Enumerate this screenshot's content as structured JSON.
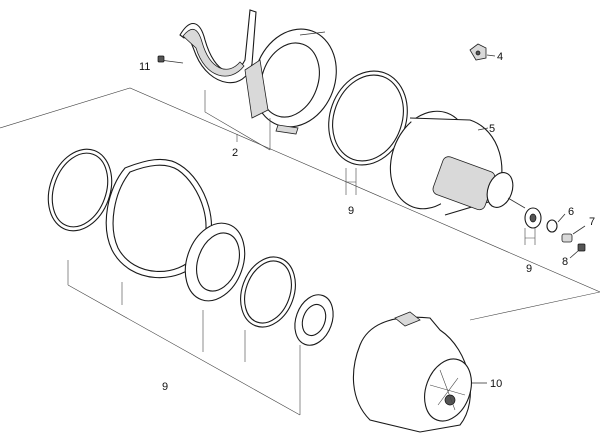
{
  "diagram": {
    "callouts": [
      {
        "id": "c2",
        "text": "2"
      },
      {
        "id": "c4",
        "text": "4"
      },
      {
        "id": "c5",
        "text": "5"
      },
      {
        "id": "c6",
        "text": "6"
      },
      {
        "id": "c7",
        "text": "7"
      },
      {
        "id": "c8",
        "text": "8"
      },
      {
        "id": "c9a",
        "text": "9"
      },
      {
        "id": "c9b",
        "text": "9"
      },
      {
        "id": "c9c",
        "text": "9"
      },
      {
        "id": "c10",
        "text": "10"
      },
      {
        "id": "c11",
        "text": "11"
      }
    ]
  }
}
